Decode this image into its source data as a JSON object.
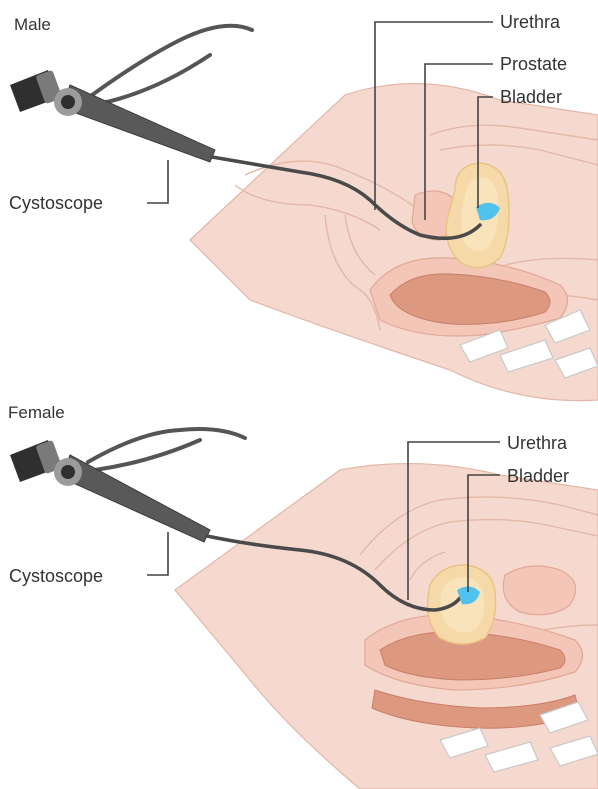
{
  "panels": {
    "male": {
      "title": "Male",
      "labels": {
        "urethra": "Urethra",
        "prostate": "Prostate",
        "bladder": "Bladder",
        "cystoscope": "Cystoscope"
      }
    },
    "female": {
      "title": "Female",
      "labels": {
        "urethra": "Urethra",
        "bladder": "Bladder",
        "cystoscope": "Cystoscope"
      }
    }
  },
  "colors": {
    "skin": "#f5d9cf",
    "tissue": "#f3c6b8",
    "muscle": "#dd9880",
    "bladder": "#f6d9a8",
    "scope_light": "#4fc2ee",
    "instrument": "#4a4a4a",
    "label_text": "#333333"
  },
  "icons": {
    "instrument": "cystoscope-icon"
  }
}
